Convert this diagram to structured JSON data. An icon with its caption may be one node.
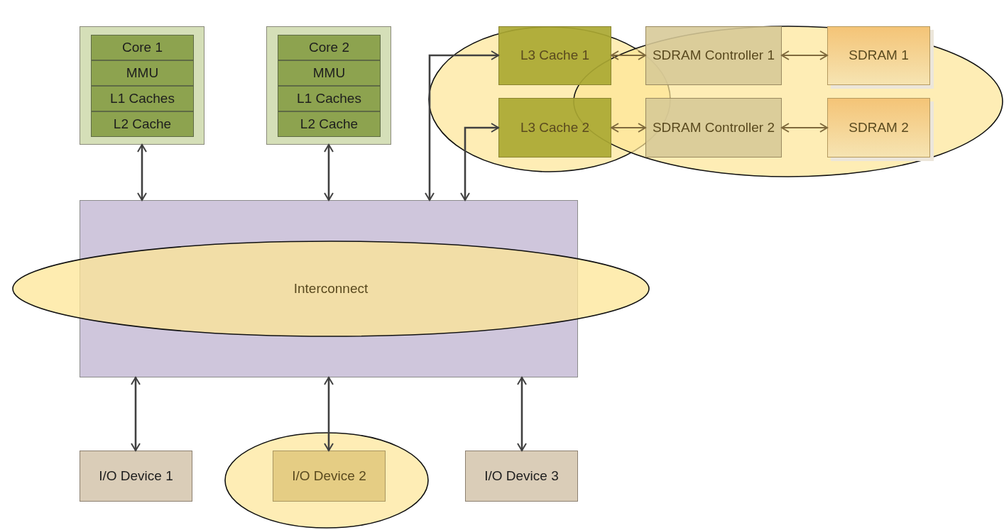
{
  "diagram": {
    "nodes": [
      {
        "text": [],
        "shape": "box"
      },
      {
        "text": [
          "Core 1"
        ],
        "in": 0
      },
      {
        "text": [
          "MMU"
        ],
        "in": 0
      },
      {
        "text": [
          "L1 Caches"
        ],
        "in": 0
      },
      {
        "text": [
          "L2 Cache"
        ],
        "in": 0
      },
      {
        "text": [],
        "shape": "box"
      },
      {
        "text": [
          "Core 2"
        ],
        "in": 5
      },
      {
        "text": [
          "MMU"
        ],
        "in": 5
      },
      {
        "text": [
          "L1 Caches"
        ],
        "in": 5
      },
      {
        "text": [
          "L2 Cache"
        ],
        "in": 5
      },
      {
        "text": [
          "L3 Cache 1"
        ]
      },
      {
        "text": [
          "SDRAM Controller 1"
        ]
      },
      {
        "text": [
          "SDRAM 1"
        ]
      },
      {
        "text": [
          "L3 Cache 2"
        ]
      },
      {
        "text": [
          "SDRAM Controller 2"
        ]
      },
      {
        "text": [
          "SDRAM 2"
        ]
      },
      {
        "text": [],
        "shape": "box"
      },
      {
        "text": [
          "Interconnect"
        ]
      },
      {
        "text": [
          "I/O Device 1"
        ]
      },
      {
        "text": [
          "I/O Device 2"
        ]
      },
      {
        "text": [
          "I/O Device 3"
        ]
      }
    ],
    "edges": [
      {
        "from": 0,
        "to": 16,
        "arrow": "both"
      },
      {
        "from": 5,
        "to": 16,
        "arrow": "both"
      },
      {
        "from": 16,
        "to": 10,
        "arrow": "both"
      },
      {
        "from": 16,
        "to": 13,
        "arrow": "both"
      },
      {
        "from": 10,
        "to": 11,
        "arrow": "both",
        "color": "#7f6a3d"
      },
      {
        "from": 11,
        "to": 12,
        "arrow": "both",
        "color": "#7f6a3d"
      },
      {
        "from": 13,
        "to": 14,
        "arrow": "both",
        "color": "#7f6a3d"
      },
      {
        "from": 14,
        "to": 15,
        "arrow": "both",
        "color": "#7f6a3d"
      },
      {
        "from": 16,
        "to": 18,
        "arrow": "both"
      },
      {
        "from": 16,
        "to": 19,
        "arrow": "both"
      },
      {
        "from": 16,
        "to": 20,
        "arrow": "both"
      }
    ]
  }
}
